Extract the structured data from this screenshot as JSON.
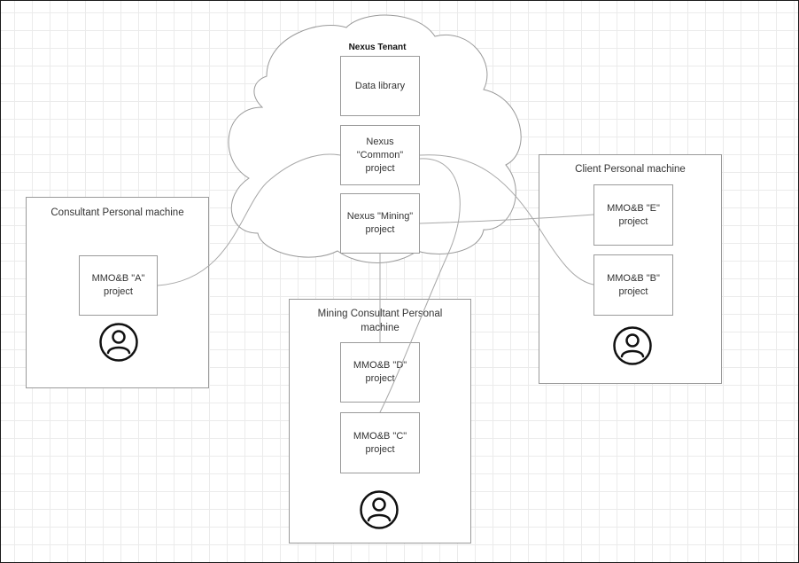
{
  "cloud": {
    "label": "Nexus Tenant"
  },
  "nodes": {
    "data_library": "Data library",
    "nexus_common": "Nexus\n\"Common\"\nproject",
    "nexus_mining": "Nexus \"Mining\"\nproject",
    "mmob_a": "MMO&B \"A\"\nproject",
    "mmob_b": "MMO&B \"B\"\nproject",
    "mmob_c": "MMO&B \"C\"\nproject",
    "mmob_d": "MMO&B \"D\"\nproject",
    "mmob_e": "MMO&B \"E\"\nproject"
  },
  "machines": {
    "consultant": "Consultant Personal machine",
    "client": "Client Personal machine",
    "mining_consultant": "Mining Consultant Personal machine"
  },
  "icons": {
    "user": "user-circle-icon"
  }
}
